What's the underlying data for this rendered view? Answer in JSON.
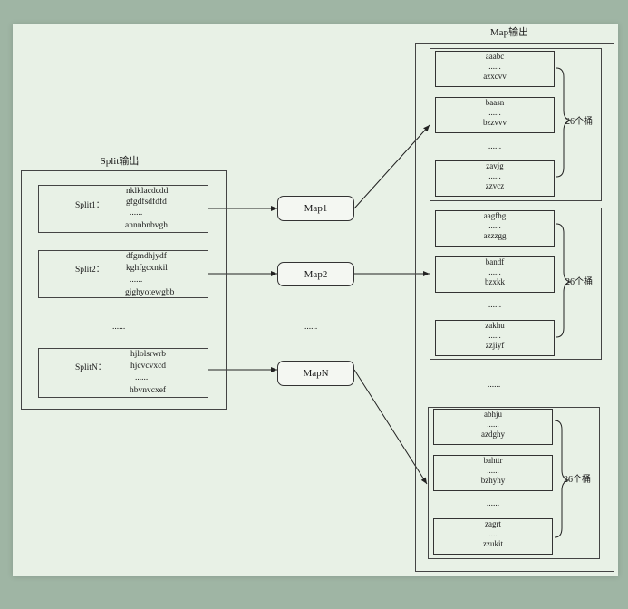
{
  "split_title": "Split输出",
  "map_title": "Map输出",
  "splits": [
    {
      "label": "Split1：",
      "lines": [
        "nklklacdcdd",
        "gfgdfsdfdfd",
        "......",
        "annnbnbvgh"
      ]
    },
    {
      "label": "Split2：",
      "lines": [
        "dfgmdhjydf",
        "kghfgcxnkil",
        "......",
        "gjghyotewgbb"
      ]
    },
    {
      "label": "SplitN：",
      "lines": [
        "hjlolsrwrb",
        "hjcvcvxcd",
        "......",
        "hbvnvcxef"
      ]
    }
  ],
  "splits_ellipsis": "......",
  "map_nodes": [
    "Map1",
    "Map2",
    "MapN"
  ],
  "map_ellipsis": "......",
  "groups_ellipsis": "......",
  "bucket_label": "26个桶",
  "groups": [
    {
      "buckets": [
        [
          "aaabc",
          "......",
          "azxcvv"
        ],
        [
          "baasn",
          "......",
          "bzzvvv"
        ],
        [
          "zavjg",
          "......",
          "zzvcz"
        ]
      ],
      "mid": "......"
    },
    {
      "buckets": [
        [
          "aagfhg",
          "......",
          "azzzgg"
        ],
        [
          "bandf",
          "......",
          "bzxkk"
        ],
        [
          "zakhu",
          "......",
          "zzjiyf"
        ]
      ],
      "mid": "......"
    },
    {
      "buckets": [
        [
          "abhju",
          "......",
          "azdghy"
        ],
        [
          "bahttr",
          "......",
          "bzhyhy"
        ],
        [
          "zagrt",
          "......",
          "zzukit"
        ]
      ],
      "mid": "......"
    }
  ]
}
